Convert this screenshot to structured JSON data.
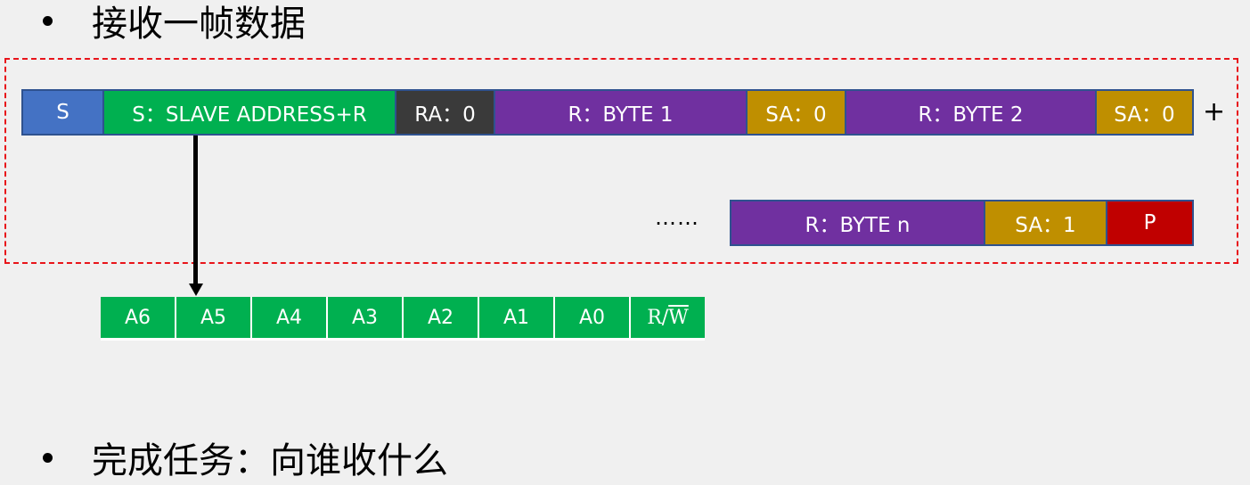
{
  "headings": {
    "first": "接收一帧数据",
    "second": "完成任务：向谁收什么"
  },
  "colors": {
    "start": "#4472c4",
    "address": "#00b050",
    "master_ack": "#3a3a3a",
    "read_byte": "#7030a0",
    "slave_ack": "#bf8f00",
    "stop": "#c00000",
    "frame_border": "#e8141a",
    "segment_border": "#2f528f"
  },
  "frame_row1": [
    {
      "label": "S",
      "type": "start"
    },
    {
      "label": "S：SLAVE ADDRESS+R",
      "type": "address"
    },
    {
      "label": "RA：0",
      "type": "master_ack"
    },
    {
      "label": "R：BYTE 1",
      "type": "read_byte"
    },
    {
      "label": "SA：0",
      "type": "slave_ack"
    },
    {
      "label": "R：BYTE 2",
      "type": "read_byte"
    },
    {
      "label": "SA：0",
      "type": "slave_ack"
    }
  ],
  "continuation_symbol": "+",
  "ellipsis": "……",
  "frame_row2": [
    {
      "label": "R：BYTE n",
      "type": "read_byte"
    },
    {
      "label": "SA：1",
      "type": "slave_ack"
    },
    {
      "label": "P",
      "type": "stop"
    }
  ],
  "address_bits": [
    "A6",
    "A5",
    "A4",
    "A3",
    "A2",
    "A1",
    "A0"
  ],
  "rw_bit": {
    "prefix": "R/",
    "overlined": "W"
  }
}
